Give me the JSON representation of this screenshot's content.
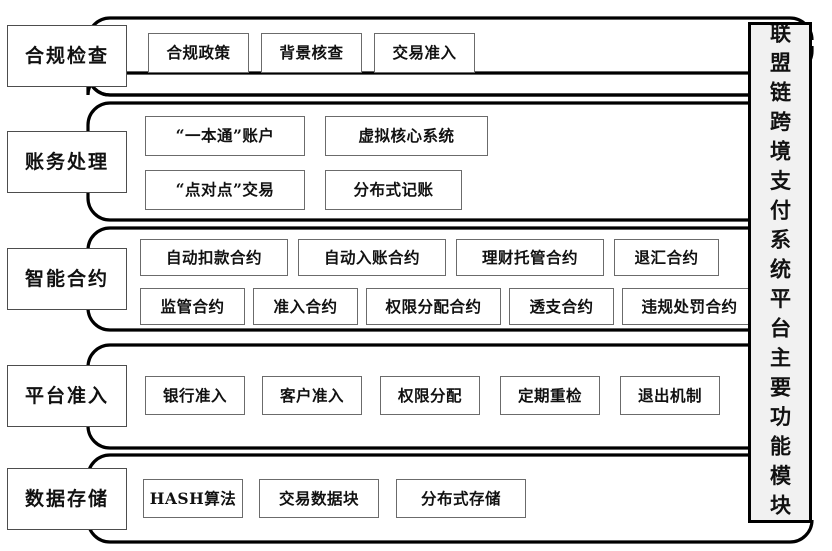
{
  "diagram": {
    "title_vertical": "联盟链跨境支付系统平台主要功能模块",
    "colors": {
      "background": "#ffffff",
      "outline": "#000000",
      "item_border": "#6b6b6b",
      "category_border": "#4d4d4d",
      "title_fill": "#f1f1f1"
    },
    "groups": [
      {
        "category": "合规检查",
        "rows": [
          [
            "合规政策",
            "背景核查",
            "交易准入"
          ]
        ]
      },
      {
        "category": "账务处理",
        "rows": [
          [
            "“一本通”账户",
            "虚拟核心系统"
          ],
          [
            "“点对点”交易",
            "分布式记账"
          ]
        ]
      },
      {
        "category": "智能合约",
        "rows": [
          [
            "自动扣款合约",
            "自动入账合约",
            "理财托管合约",
            "退汇合约"
          ],
          [
            "监管合约",
            "准入合约",
            "权限分配合约",
            "透支合约",
            "违规处罚合约"
          ]
        ]
      },
      {
        "category": "平台准入",
        "rows": [
          [
            "银行准入",
            "客户准入",
            "权限分配",
            "定期重检",
            "退出机制"
          ]
        ]
      },
      {
        "category": "数据存储",
        "rows": [
          [
            "HASH算法",
            "交易数据块",
            "分布式存储"
          ]
        ]
      }
    ]
  }
}
